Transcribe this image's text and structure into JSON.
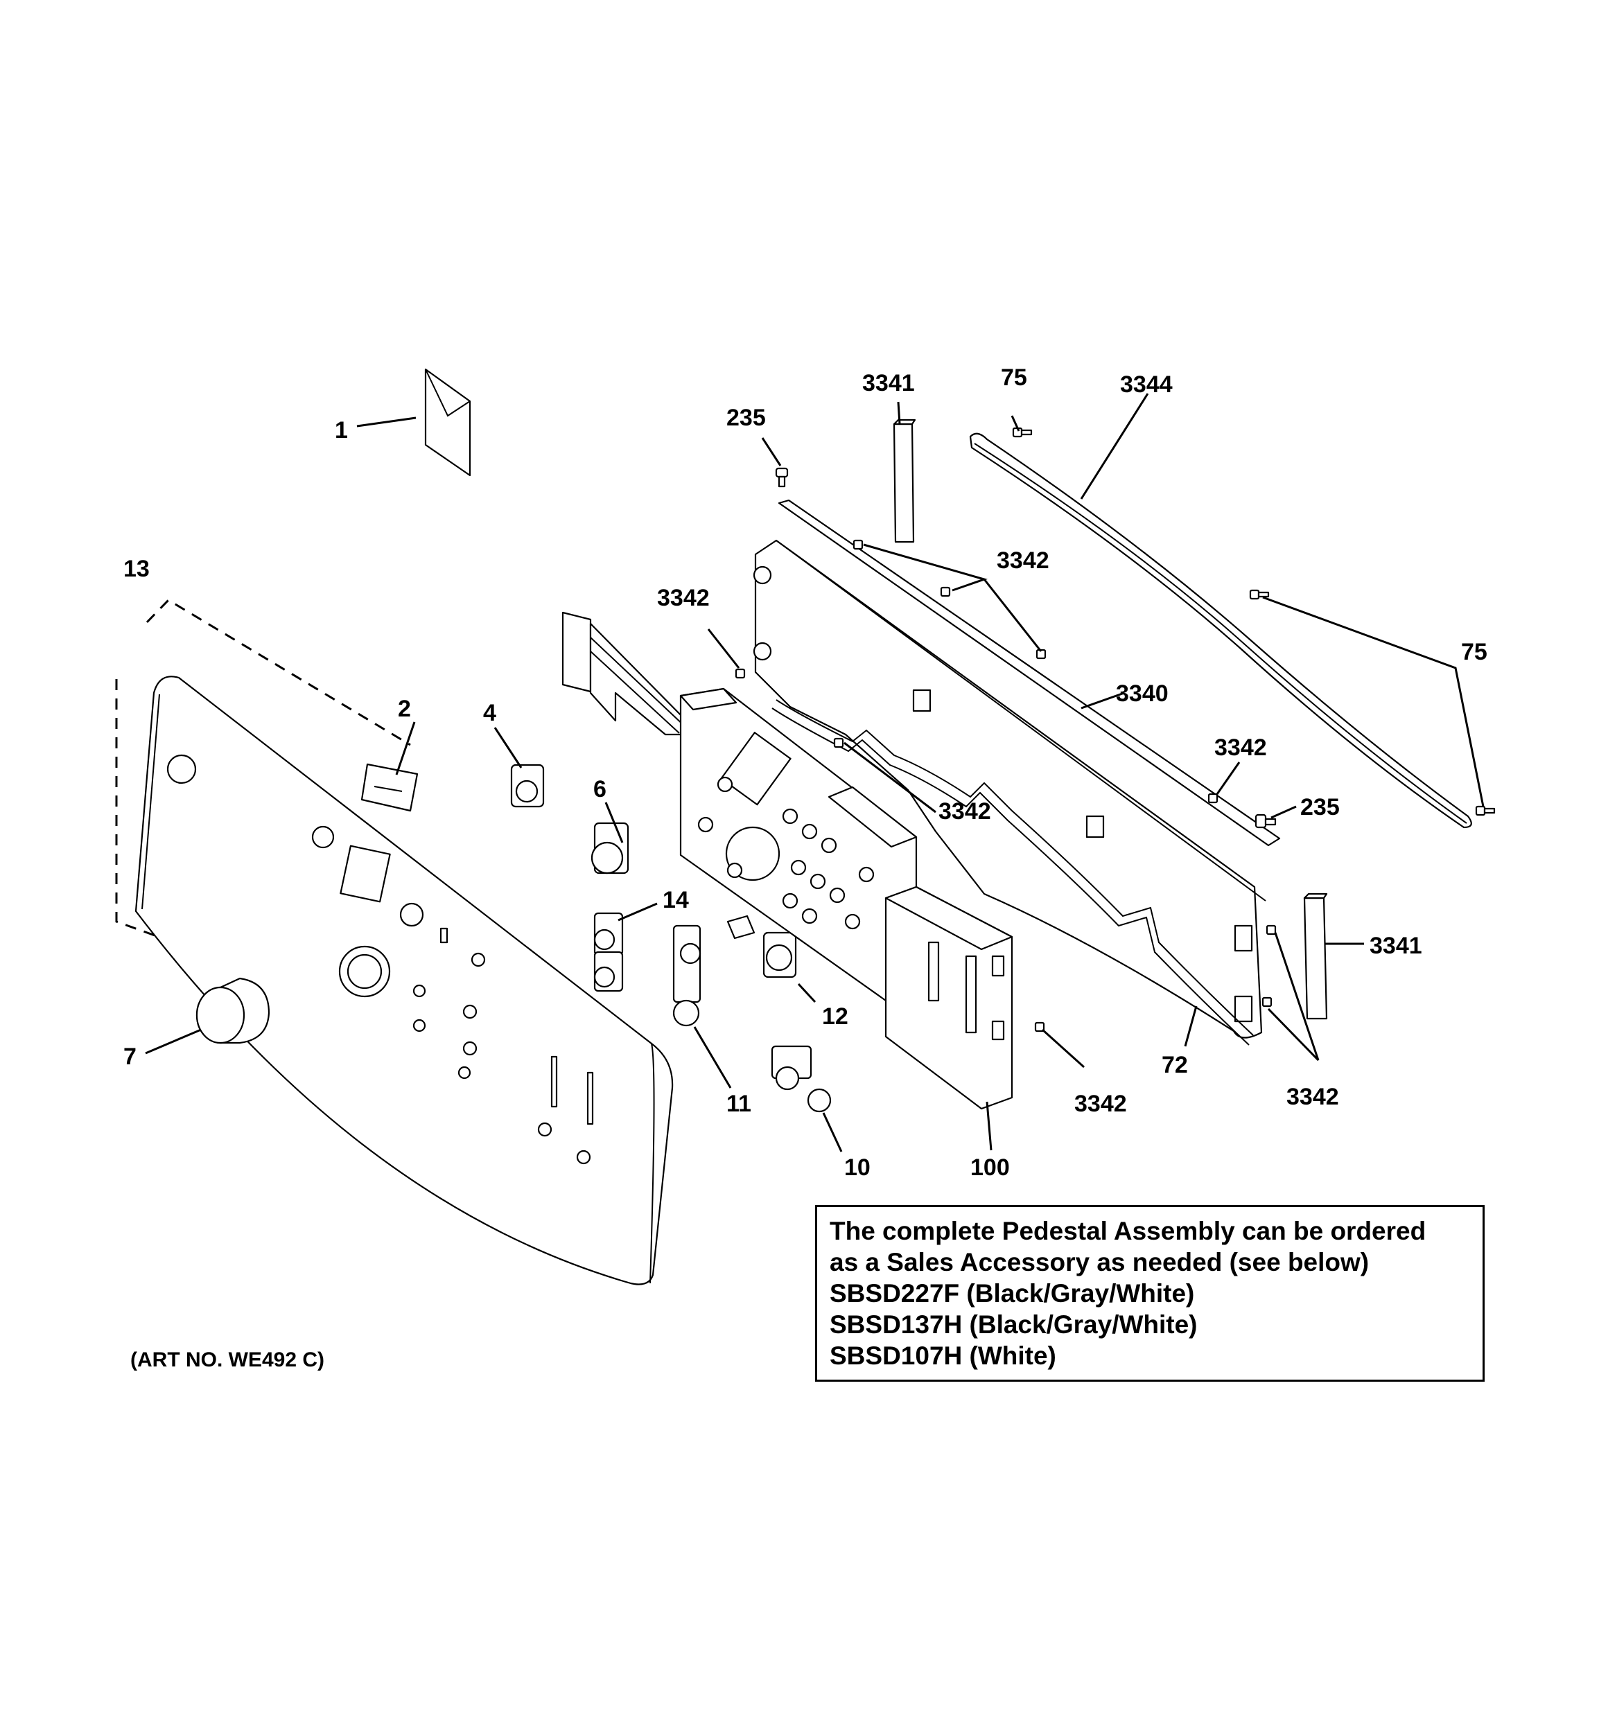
{
  "labels": {
    "p1": "1",
    "p2": "2",
    "p4": "4",
    "p6": "6",
    "p7": "7",
    "p10": "10",
    "p11": "11",
    "p12": "12",
    "p13": "13",
    "p14": "14",
    "p72": "72",
    "p75a": "75",
    "p75b": "75",
    "p100": "100",
    "p235a": "235",
    "p235b": "235",
    "p3340": "3340",
    "p3341a": "3341",
    "p3341b": "3341",
    "p3342a": "3342",
    "p3342b": "3342",
    "p3342c": "3342",
    "p3342d": "3342",
    "p3342e": "3342",
    "p3342f": "3342",
    "p3344": "3344"
  },
  "note": {
    "line1": "The complete Pedestal Assembly can be ordered",
    "line2": "as a Sales Accessory as needed (see below)",
    "line3": "SBSD227F (Black/Gray/White)",
    "line4": "SBSD137H (Black/Gray/White)",
    "line5": "SBSD107H (White)"
  },
  "art_number": "(ART NO. WE492 C)"
}
